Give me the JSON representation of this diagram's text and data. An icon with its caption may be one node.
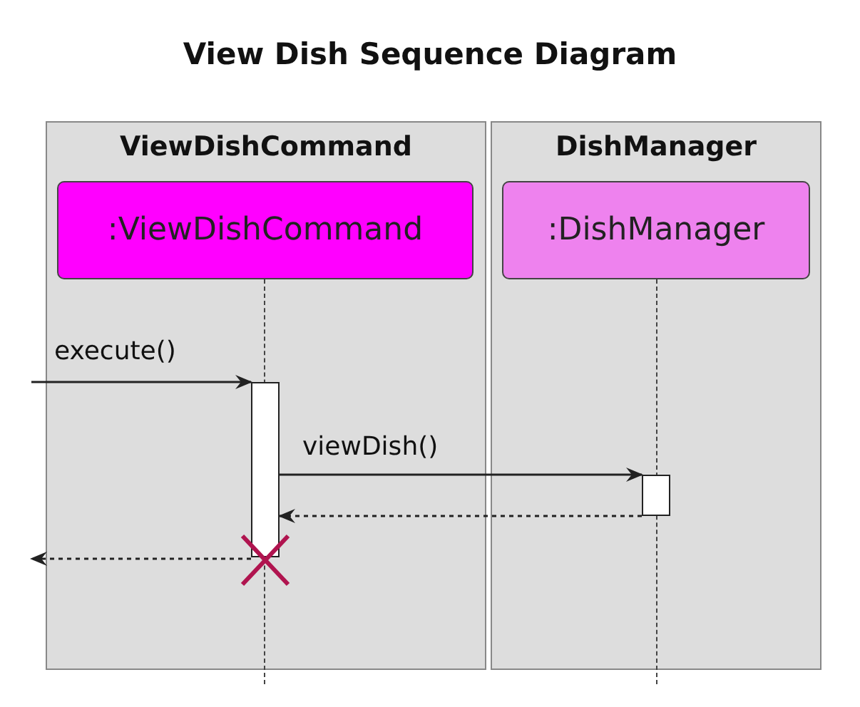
{
  "diagram": {
    "title": "View Dish Sequence Diagram",
    "nodes": [
      {
        "text": [
          "ViewDishCommand"
        ]
      },
      {
        "text": [
          "DishManager"
        ]
      },
      {
        "text": [
          ":ViewDishCommand"
        ],
        "in": 0
      },
      {
        "text": [
          ":DishManager"
        ],
        "in": 1
      },
      {
        "text": [],
        "shape": "bar",
        "in": 0
      },
      {
        "text": [],
        "shape": "bar",
        "in": 1
      }
    ],
    "edges": [
      {
        "from": null,
        "to": 4,
        "arrow": "to",
        "label": "execute()"
      },
      {
        "from": 4,
        "to": 5,
        "arrow": "to",
        "label": "viewDish()"
      },
      {
        "from": 5,
        "to": 4,
        "arrow": "to",
        "style": "dashed"
      },
      {
        "from": 4,
        "to": null,
        "arrow": "to",
        "style": "dashed"
      }
    ]
  }
}
